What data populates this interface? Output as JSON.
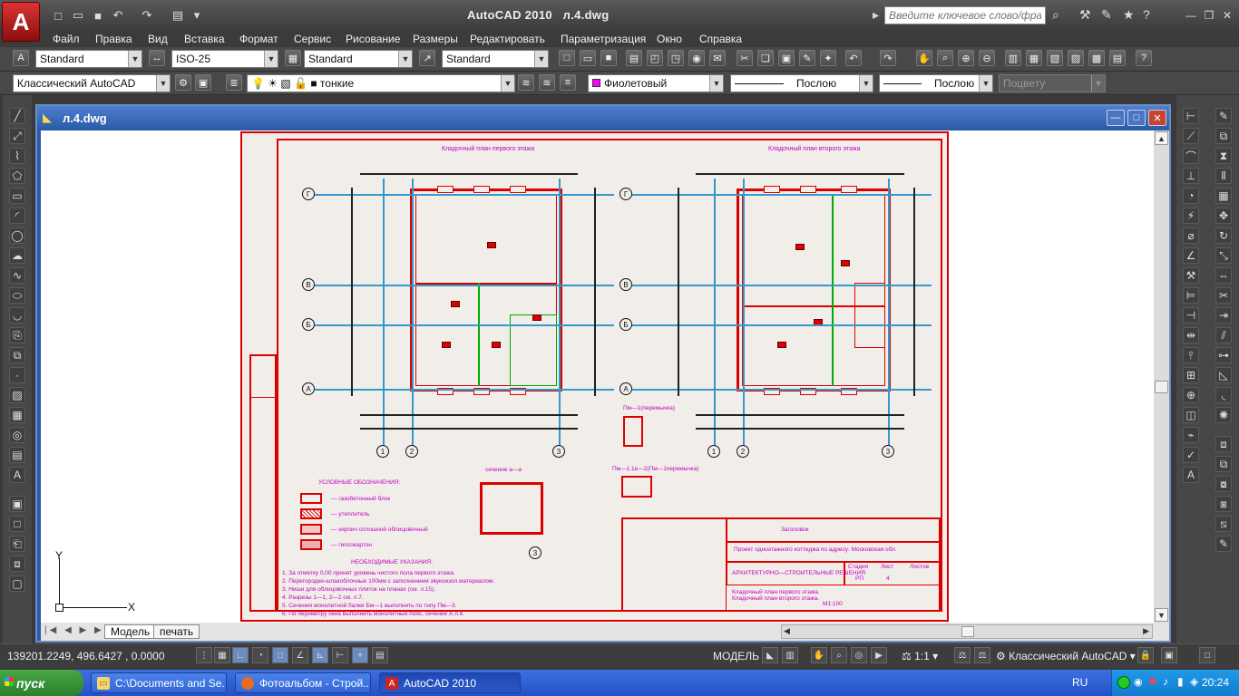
{
  "window": {
    "app_letter": "A",
    "title": "AutoCAD 2010",
    "file": "л.4.dwg"
  },
  "search": {
    "placeholder": "Введите ключевое слово/фразу"
  },
  "menu": [
    "Файл",
    "Правка",
    "Вид",
    "Вставка",
    "Формат",
    "Сервис",
    "Рисование",
    "Размеры",
    "Редактировать",
    "Параметризация",
    "Окно",
    "Справка"
  ],
  "toolbar1": {
    "text_style": "Standard",
    "dim_style": "ISO-25",
    "table_style": "Standard",
    "mleader_style": "Standard"
  },
  "toolbar2": {
    "workspace": "Классический AutoCAD",
    "layer": "тонкие",
    "color": "Фиолетовый",
    "color_hex": "#ff00ff",
    "linetype": "Послою",
    "lineweight": "Послою",
    "plotstyle": "Поцвету"
  },
  "document": {
    "title": "л.4.dwg"
  },
  "tabs": {
    "model": "Модель",
    "layout": "печать"
  },
  "ucs": {
    "y": "Y",
    "x": "X"
  },
  "drawing": {
    "plan1_title": "Кладочный план первого этажа",
    "plan2_title": "Кладочный план второго этажа",
    "axes_rows": [
      "Г",
      "В",
      "Б",
      "А"
    ],
    "axes_cols": [
      "1",
      "2",
      "3"
    ],
    "legend_title": "УСЛОВНЫЕ ОБОЗНАЧЕНИЯ:",
    "legend_items": [
      "— газобетонный блок",
      "— утеплитель",
      "— кирпич сплошной облицовочный",
      "— гипсокартон"
    ],
    "notes_title": "НЕОБХОДИМЫЕ УКАЗАНИЯ:",
    "notes": [
      "1. За отметку 0,00 принят уровень чистого пола первого этажа.",
      "2. Перегородки-шлакоблочные 100мм с заполнением звукоизол.материалом.",
      "3. Ниши для облицовочных плиток на планах (см. л.15).",
      "4. Разрезы 1—1, 2—2 см. л.7.",
      "5. Сечения монолитной балки Бм—1 выполнить по типу Пм—3.",
      "6. По периметру окна выполнить монолитный пояс, сечение А л.6."
    ],
    "section_title": "сечение а—а",
    "pm1_title": "Пм—1(перемычка)",
    "pm2_title": "Пм—1.1е—2(Пм—1перемычка)",
    "stamp_title": "Заголовок",
    "stamp_project": "Проект одноэтажного коттеджа по адресу: Московская обл.",
    "stamp_section": "АРХИТЕКТУРНО—СТРОИТЕЛЬНЫЕ РЕШЕНИЯ",
    "stamp_sheet_title": "Кладочный план первого этажа.\nКладочный план второго этажа.",
    "stamp_scale": "М1:100",
    "stamp_stage_h": "Стадия",
    "stamp_sheet_h": "Лист",
    "stamp_sheets_h": "Листов",
    "stamp_stage": "РП",
    "stamp_sheet": "4"
  },
  "status": {
    "coords": "139201.2249, 496.6427 , 0.0000",
    "model": "МОДЕЛЬ",
    "scale": "1:1",
    "workspace": "Классический AutoCAD"
  },
  "taskbar": {
    "start": "пуск",
    "tasks": [
      "C:\\Documents and Se...",
      "Фотоальбом - Строй...",
      "AutoCAD 2010"
    ],
    "lang": "RU",
    "clock": "20:24"
  }
}
